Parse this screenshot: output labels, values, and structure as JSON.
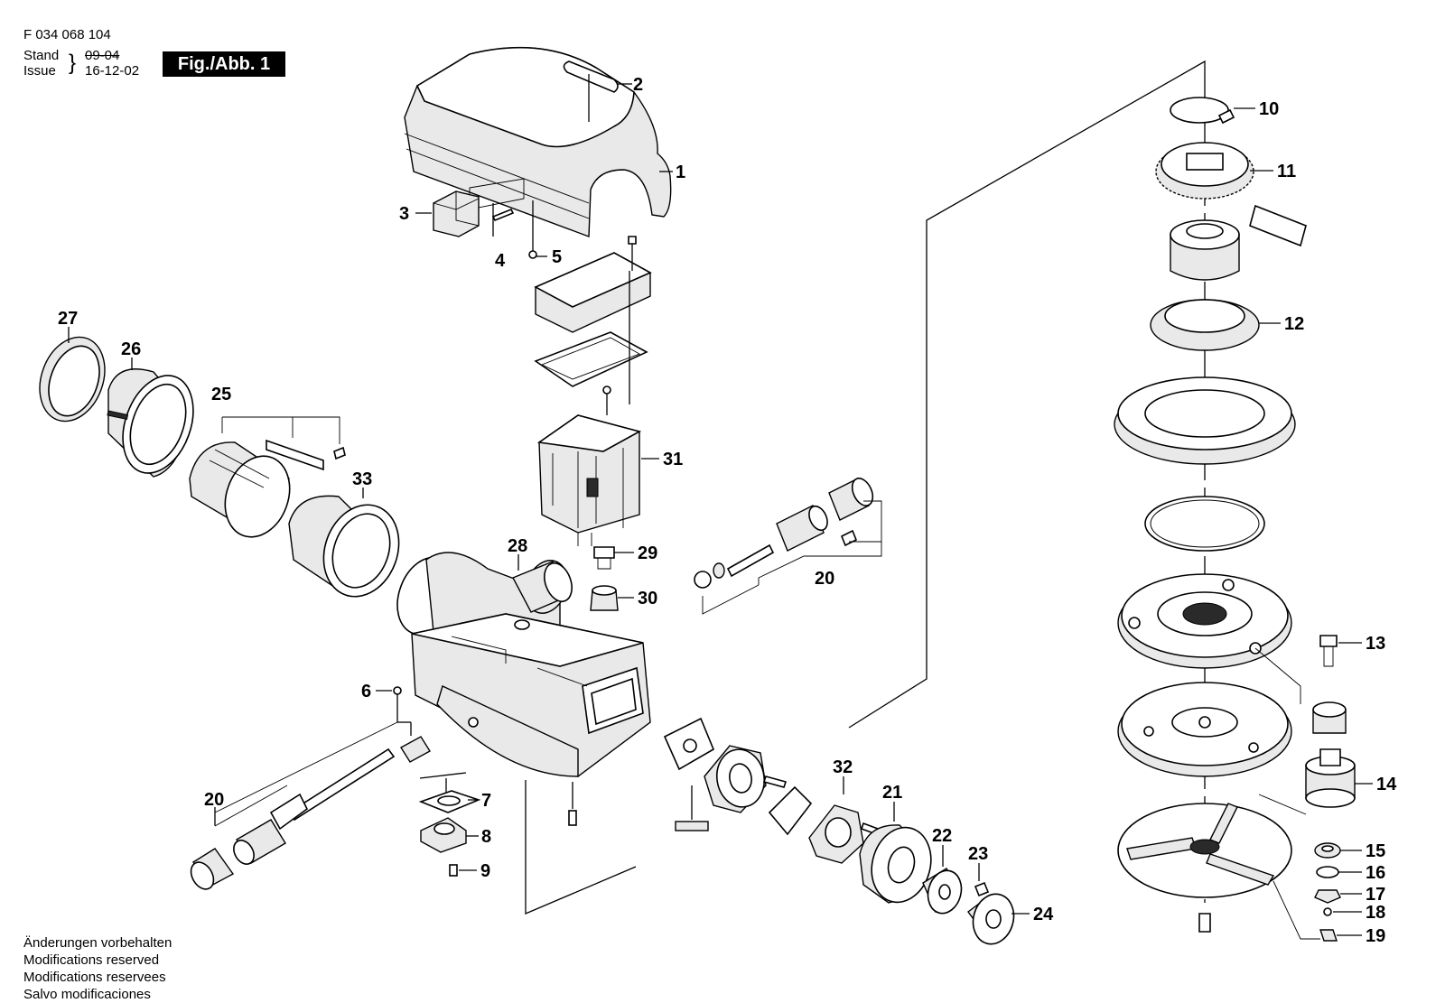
{
  "header": {
    "part_number": "F 034 068 104",
    "stand_label": "Stand",
    "issue_label": "Issue",
    "old_date": "09-04",
    "date": "16-12-02",
    "figure_label": "Fig./Abb. 1"
  },
  "notes": [
    "Änderungen vorbehalten",
    "Modifications reserved",
    "Modifications reservees",
    "Salvo modificaciones"
  ],
  "callouts": {
    "c1": "1",
    "c2": "2",
    "c3": "3",
    "c4": "4",
    "c5": "5",
    "c6": "6",
    "c7": "7",
    "c8": "8",
    "c9": "9",
    "c10": "10",
    "c11": "11",
    "c12": "12",
    "c13": "13",
    "c14": "14",
    "c15": "15",
    "c16": "16",
    "c17": "17",
    "c18": "18",
    "c19": "19",
    "c20a": "20",
    "c20b": "20",
    "c21": "21",
    "c22": "22",
    "c23": "23",
    "c24": "24",
    "c25": "25",
    "c26": "26",
    "c27": "27",
    "c28": "28",
    "c29": "29",
    "c30": "30",
    "c31": "31",
    "c32": "32",
    "c33": "33"
  }
}
